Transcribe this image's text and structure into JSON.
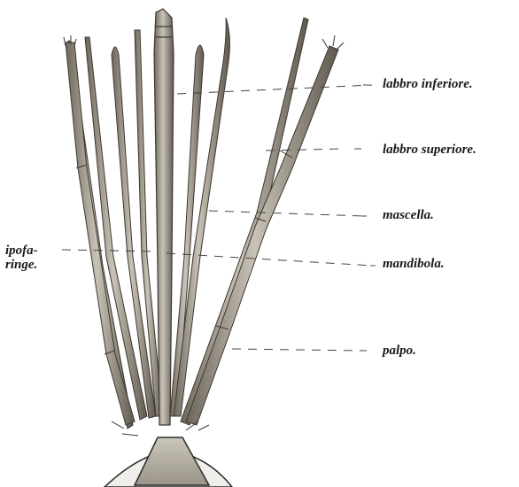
{
  "figure": {
    "labels": {
      "labbro_inferiore": "labbro inferiore.",
      "labbro_superiore": "labbro superiore.",
      "mascella": "mascella.",
      "mandibola": "mandibola.",
      "palpo": "palpo.",
      "ipofaringe_line1": "ipofa-",
      "ipofaringe_line2": "ringe."
    },
    "colors": {
      "ink": "#1a1a1a",
      "stylet_fill": "#b9b2a6",
      "stylet_dark": "#5a534a",
      "base_fill": "#a8a498",
      "leader": "#444444"
    }
  }
}
